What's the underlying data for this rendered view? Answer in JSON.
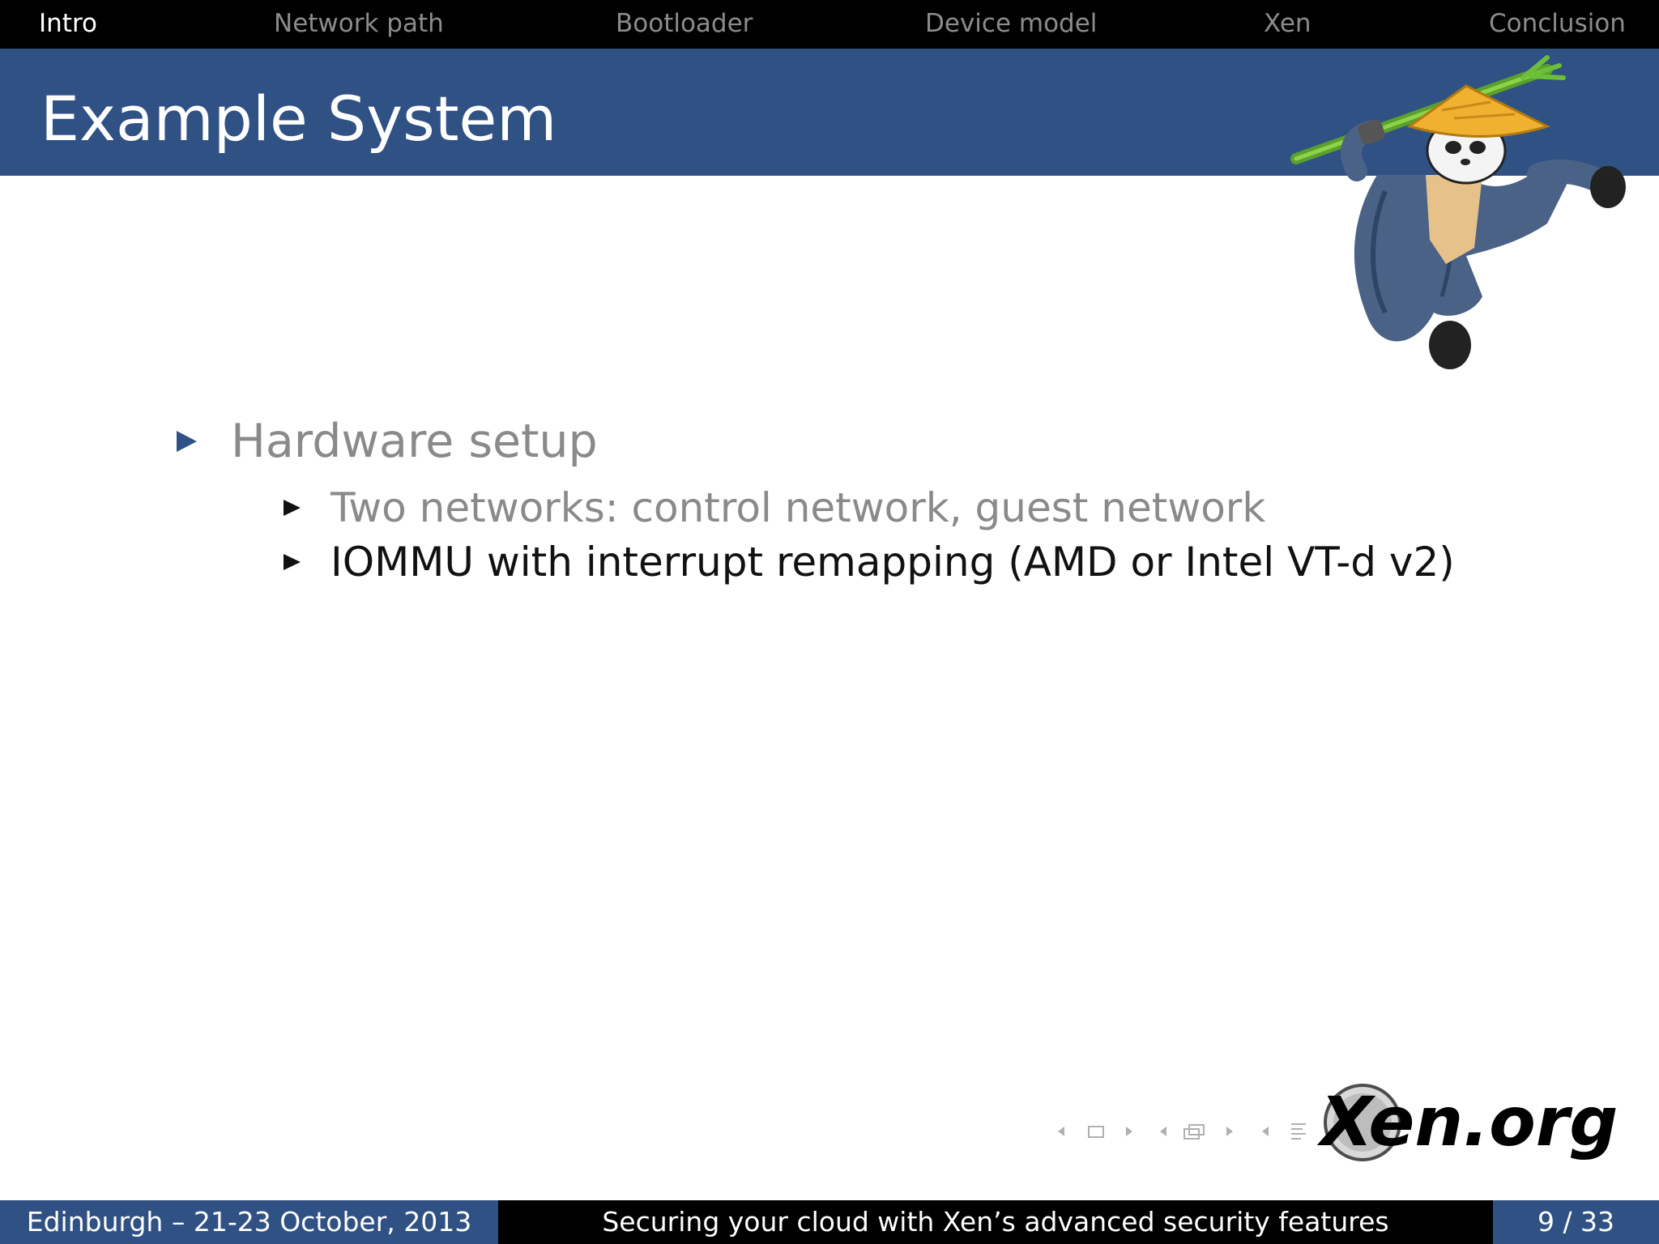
{
  "nav": {
    "items": [
      {
        "label": "Intro",
        "active": true
      },
      {
        "label": "Network path",
        "active": false
      },
      {
        "label": "Bootloader",
        "active": false
      },
      {
        "label": "Device model",
        "active": false
      },
      {
        "label": "Xen",
        "active": false
      },
      {
        "label": "Conclusion",
        "active": false
      }
    ]
  },
  "slide": {
    "title": "Example System",
    "bullets": [
      {
        "text": "Hardware setup",
        "sub": [
          {
            "text": "Two networks: control network, guest network",
            "highlighted": false
          },
          {
            "text": "IOMMU with interrupt remapping (AMD or Intel VT-d v2)",
            "highlighted": true
          }
        ]
      }
    ]
  },
  "logo": {
    "text": "Xen.org"
  },
  "footer": {
    "left": "Edinburgh – 21-23 October, 2013",
    "center": "Securing your cloud with Xen’s advanced security features",
    "page": "9 / 33"
  },
  "colors": {
    "header_blue": "#305183",
    "nav_black": "#000000",
    "inactive_text": "#8a8a8a",
    "active_text": "#111111"
  },
  "icons": [
    "bullet-triangle-icon",
    "panda-mascot-icon",
    "xen-logo-icon",
    "beamer-nav-icons"
  ]
}
